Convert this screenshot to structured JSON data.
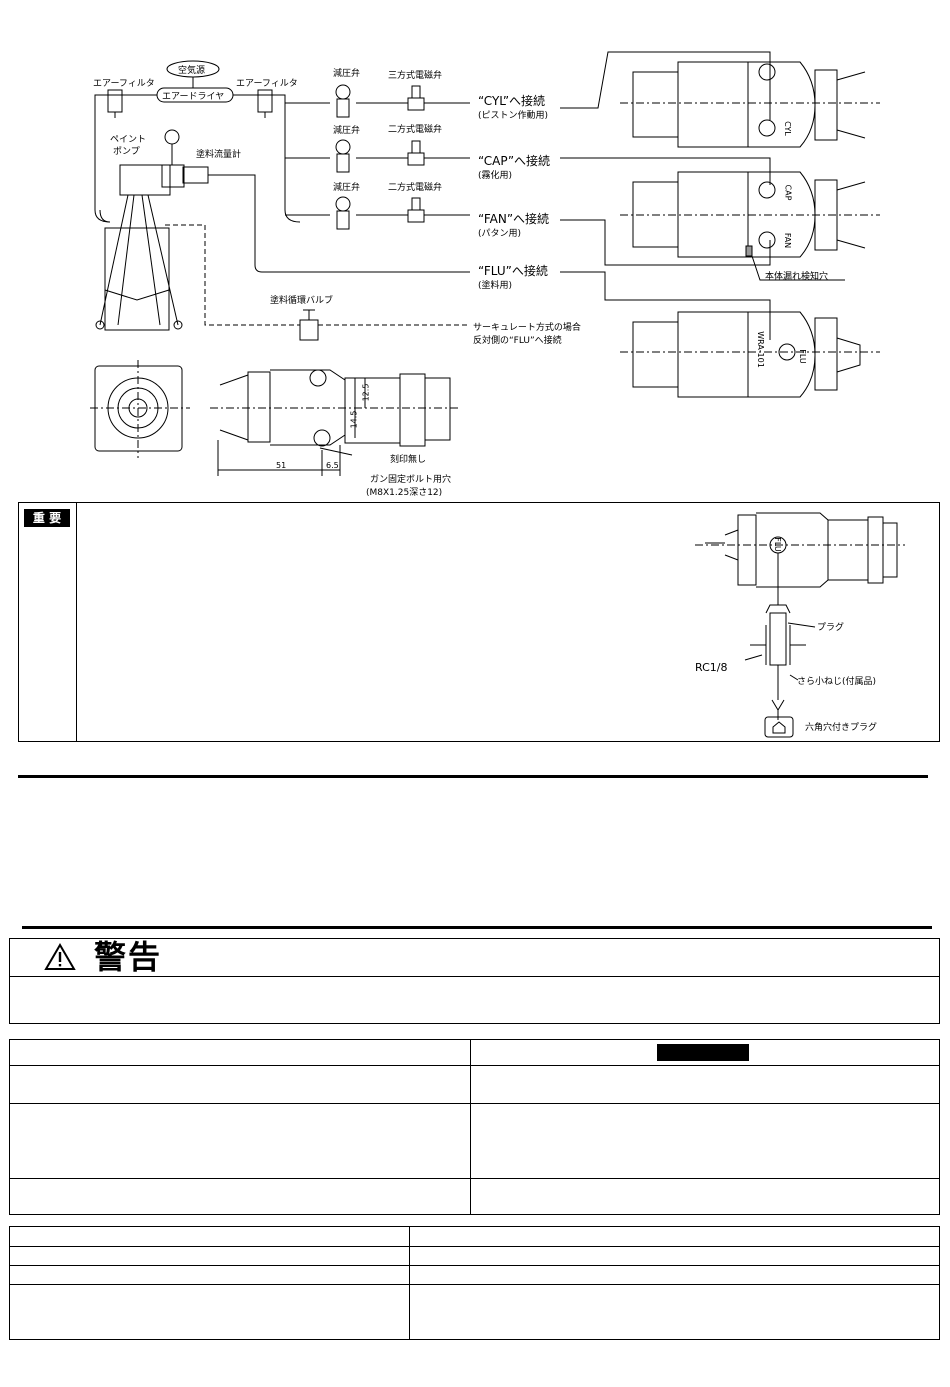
{
  "diagram": {
    "air_source": "空気源",
    "air_dryer": "エアードライヤ",
    "air_filter_left": "エアーフィルタ",
    "air_filter_right": "エアーフィルタ",
    "paint_pump_1": "ペイント",
    "paint_pump_2": "ポンプ",
    "flow_meter": "塗料流量計",
    "regulator_1": "減圧弁",
    "regulator_2": "減圧弁",
    "regulator_3": "減圧弁",
    "valve_3way": "三方式電磁弁",
    "valve_2way_1": "二方式電磁弁",
    "valve_2way_2": "二方式電磁弁",
    "conn_cyl": "“CYL”へ接続",
    "conn_cyl_sub": "(ピストン作動用)",
    "conn_cap": "“CAP”へ接続",
    "conn_cap_sub": "(霧化用)",
    "conn_fan": "“FAN”へ接続",
    "conn_fan_sub": "(パタン用)",
    "conn_flu": "“FLU”へ接続",
    "conn_flu_sub": "(塗料用)",
    "circ_valve": "塗料循環バルブ",
    "circ_note_1": "サーキュレート方式の場合",
    "circ_note_2": "反対側の“FLU”へ接続",
    "leak_hole": "本体漏れ検知穴",
    "port_cyl": "CYL",
    "port_cap": "CAP",
    "port_fan": "FAN",
    "port_flu": "FLU",
    "model": "WRA-101",
    "dim_51": "51",
    "dim_65": "6.5",
    "dim_145": "14.5",
    "dim_125": "12.5",
    "no_mark": "刻印無し",
    "bolt_hole": "ガン固定ボルト用穴",
    "bolt_hole_spec": "(M8X1.25深さ12)"
  },
  "important": {
    "badge": "重 要",
    "plug": "プラグ",
    "rc": "RC1/8",
    "screw": "さら小ねじ(付属品)",
    "hex_plug": "六角穴付きプラグ",
    "flu_mark": "FLU"
  },
  "warning": {
    "title": "警告"
  }
}
